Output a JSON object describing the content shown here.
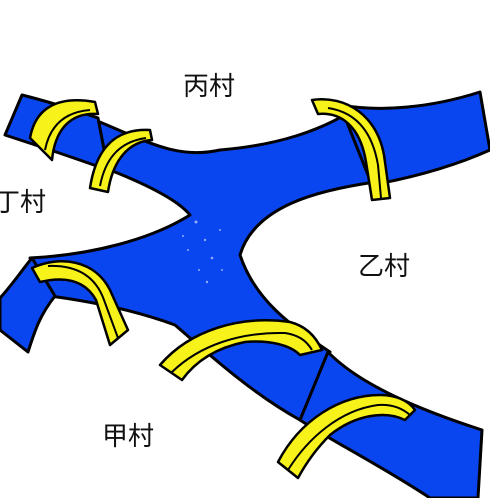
{
  "diagram": {
    "colors": {
      "river": "#0a46f0",
      "river_outline": "#000000",
      "bridge": "#f7f21a",
      "bridge_outline": "#000000",
      "background": "#ffffff"
    },
    "villages": {
      "north": "丙村",
      "west": "丁村",
      "east": "乙村",
      "south": "甲村"
    },
    "bridge_count": 6
  }
}
